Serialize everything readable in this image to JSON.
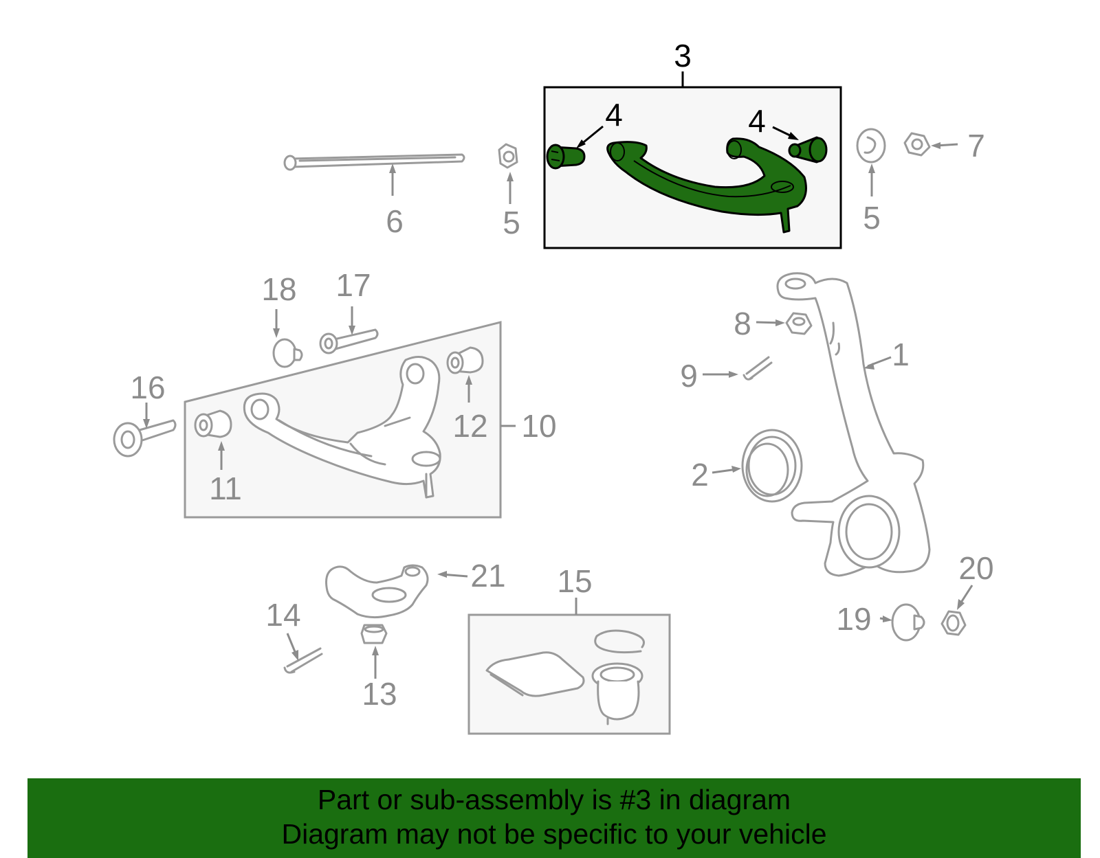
{
  "diagram": {
    "callouts": {
      "c1": "1",
      "c2": "2",
      "c3": "3",
      "c4a": "4",
      "c4b": "4",
      "c5a": "5",
      "c5b": "5",
      "c6": "6",
      "c7": "7",
      "c8": "8",
      "c9": "9",
      "c10": "10",
      "c11": "11",
      "c12": "12",
      "c13": "13",
      "c14": "14",
      "c15": "15",
      "c16": "16",
      "c17": "17",
      "c18": "18",
      "c19": "19",
      "c20": "20",
      "c21": "21"
    },
    "highlighted_part": "3",
    "highlight_color": "#1f6d12",
    "part_line_color": "#9a9a9a"
  },
  "banner": {
    "line1": "Part or sub-assembly is #3 in diagram",
    "line2": "Diagram may not be specific to your vehicle",
    "background": "#1a6e10"
  }
}
